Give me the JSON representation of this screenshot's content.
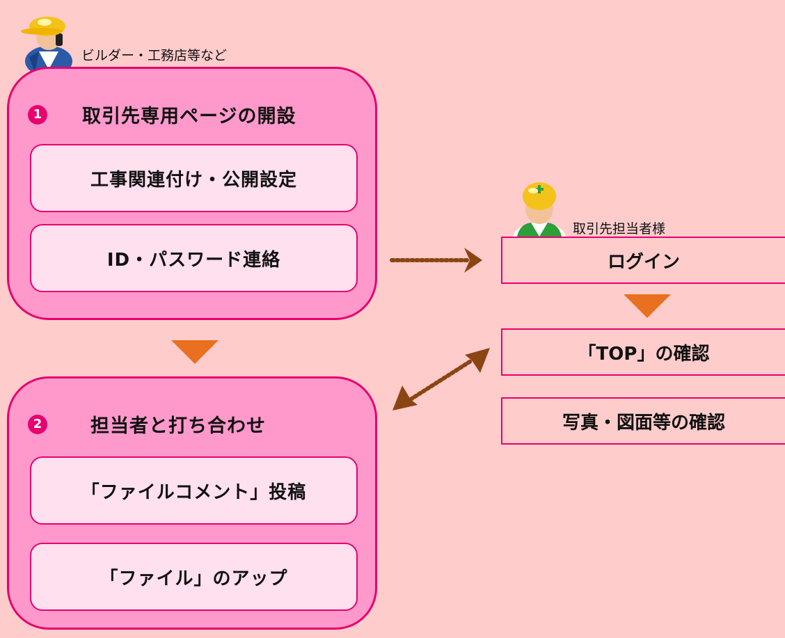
{
  "builder": {
    "icon": "worker-builder-icon",
    "label": "ビルダー・工務店等など"
  },
  "step1": {
    "number": "1",
    "title": "取引先専用ページの開設",
    "items": [
      "工事関連付け・公開設定",
      "ID・パスワード連絡"
    ]
  },
  "step2": {
    "number": "2",
    "title": "担当者と打ち合わせ",
    "items": [
      "「ファイルコメント」投稿",
      "「ファイル」のアップ"
    ]
  },
  "client": {
    "icon": "worker-client-icon",
    "label": "取引先担当者様",
    "boxes": [
      "ログイン",
      "「TOP」の確認",
      "写真・図面等の確認"
    ]
  },
  "colors": {
    "background": "#ffcccc",
    "box_fill": "#ff99cc",
    "border": "#e8006e",
    "inner_fill": "#ffe0ef",
    "arrow_triangle": "#e8701f",
    "dotted_arrow": "#8b4513"
  }
}
